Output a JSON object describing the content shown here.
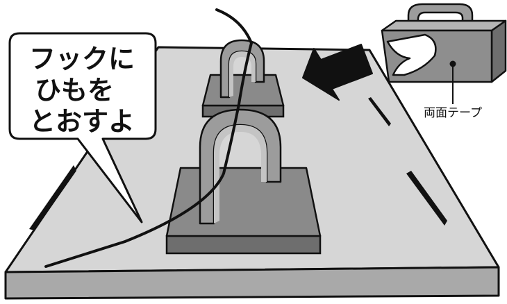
{
  "speech_bubble": {
    "lines": [
      "フックに",
      "ひもを",
      "とおすよ"
    ]
  },
  "callout": {
    "label": "両面テープ"
  },
  "colors": {
    "board_top": "#d6d6d6",
    "board_side": "#a9a9a9",
    "hook_base_top": "#8a8a8a",
    "hook_base_side": "#6e6e6e",
    "hook_arch": "#9c9c9c",
    "hook_arch_inner": "#c4c4c4",
    "outline": "#111111",
    "string": "#111111",
    "arrow": "#111111",
    "tape_block": "#8e8e8e",
    "tape_peel": "#ffffff"
  },
  "icons": {
    "arrow": "arrow-left-icon",
    "hook": "adhesive-hook-icon"
  }
}
